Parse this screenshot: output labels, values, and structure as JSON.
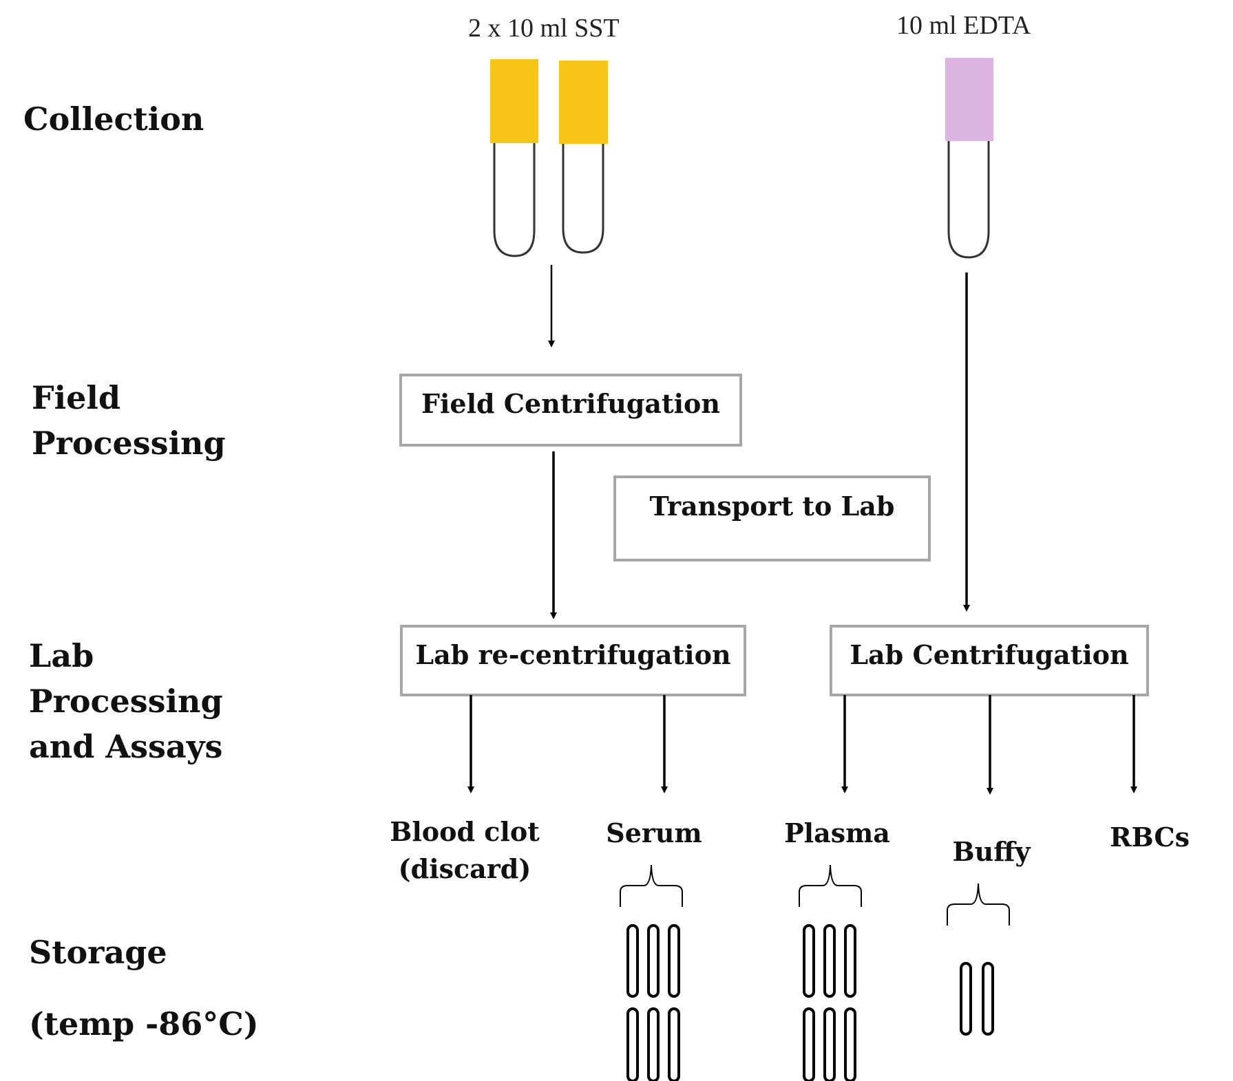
{
  "stages": {
    "collection": "Collection",
    "field": [
      "Field",
      "Processing"
    ],
    "lab": [
      "Lab",
      "Processing",
      "and Assays"
    ],
    "storage": [
      "Storage",
      "(temp -86°C)"
    ]
  },
  "tubes": {
    "sst_label": "2 x 10 ml SST",
    "edta_label": "10 ml EDTA",
    "sst_color": "#f8c617",
    "edta_color": "#dcb4e0"
  },
  "boxes": {
    "field_centrifugation": "Field Centrifugation",
    "transport": "Transport to Lab",
    "lab_recentrifugation": "Lab re-centrifugation",
    "lab_centrifugation": "Lab Centrifugation"
  },
  "outputs": {
    "blood_clot": [
      "Blood clot",
      "(discard)"
    ],
    "serum": "Serum",
    "plasma": "Plasma",
    "buffy": "Buffy",
    "rbcs": "RBCs"
  },
  "colors": {
    "box_border": "#a6a6a6",
    "line": "#000000"
  }
}
